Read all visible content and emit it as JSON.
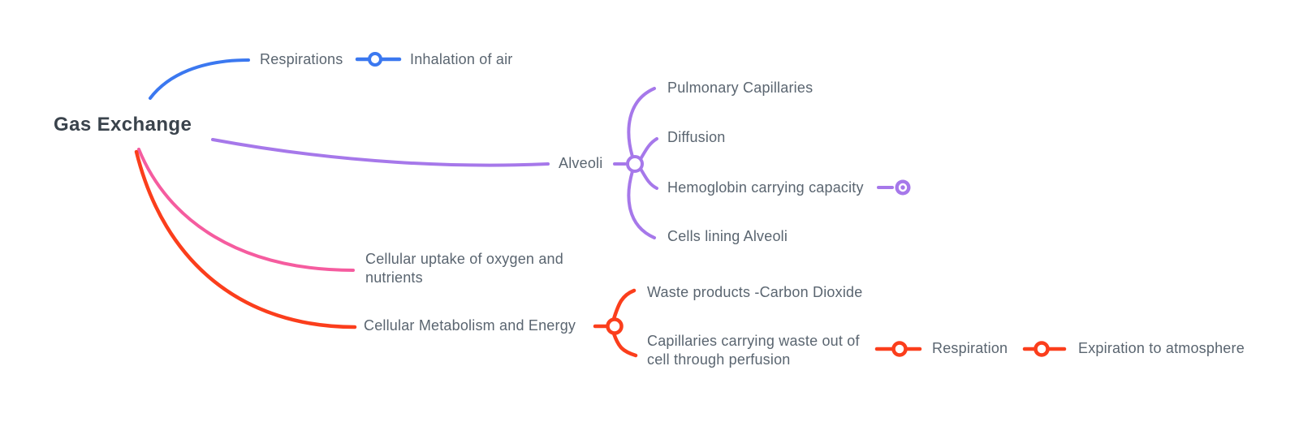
{
  "mindmap": {
    "title": "Gas Exchange",
    "root": {
      "label": "Gas Exchange",
      "text_color": "#3a434c"
    },
    "label_text_color": "#5a6570",
    "branches": [
      {
        "id": "respirations",
        "color": "#3b78f0",
        "node": {
          "label": "Respirations"
        },
        "children": [
          {
            "label": "Inhalation of air"
          }
        ]
      },
      {
        "id": "alveoli",
        "color": "#a678ea",
        "node": {
          "label": "Alveoli"
        },
        "children": [
          {
            "label": "Pulmonary Capillaries"
          },
          {
            "label": "Diffusion"
          },
          {
            "label": "Hemoglobin carrying capacity",
            "has_collapsed_children": true
          },
          {
            "label": "Cells lining Alveoli"
          }
        ]
      },
      {
        "id": "cellular-uptake",
        "color": "#f55c9f",
        "node": {
          "label": "Cellular uptake of oxygen and nutrients"
        },
        "children": []
      },
      {
        "id": "cellular-metabolism",
        "color": "#fb3e1c",
        "node": {
          "label": "Cellular Metabolism and Energy"
        },
        "children": [
          {
            "label": "Waste products -Carbon Dioxide"
          },
          {
            "label": "Capillaries carrying waste out of cell through perfusion",
            "children": [
              {
                "label": "Respiration",
                "children": [
                  {
                    "label": "Expiration to atmosphere"
                  }
                ]
              }
            ]
          }
        ]
      }
    ]
  }
}
